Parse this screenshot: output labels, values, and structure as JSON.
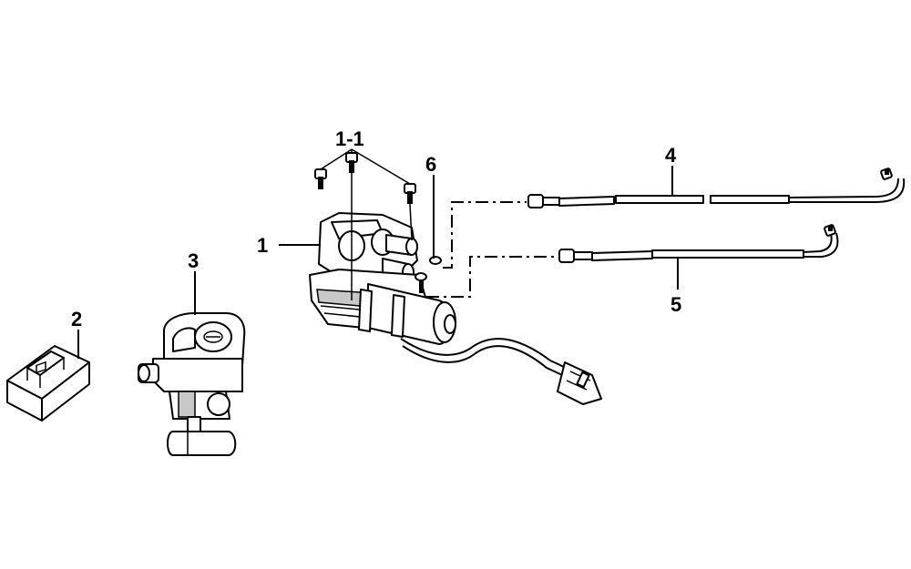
{
  "callouts": {
    "p1": "1",
    "p1_1": "1-1",
    "p2": "2",
    "p3": "3",
    "p4": "4",
    "p5": "5",
    "p6": "6"
  }
}
